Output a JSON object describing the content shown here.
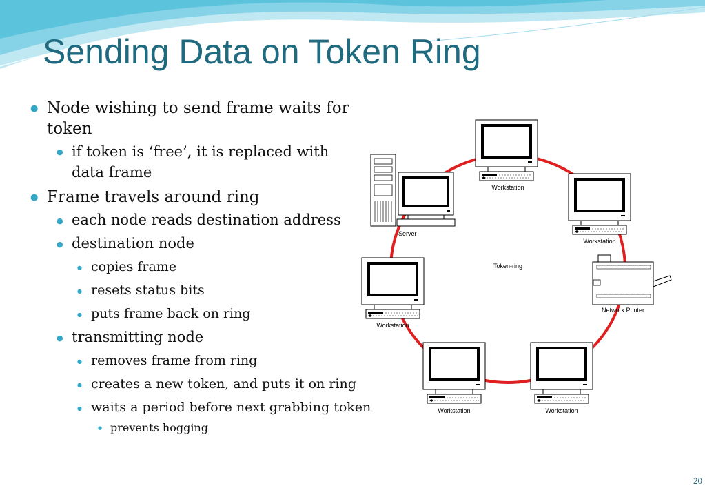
{
  "slide": {
    "title": "Sending Data on Token Ring",
    "page_number": "20"
  },
  "bullets": [
    {
      "level": 1,
      "text": "Node wishing to send frame waits for token"
    },
    {
      "level": 2,
      "text": "if token is ‘free’, it is replaced with data frame"
    },
    {
      "level": 1,
      "text": "Frame travels around ring"
    },
    {
      "level": 2,
      "text": "each node reads destination address"
    },
    {
      "level": 2,
      "text": "destination node"
    },
    {
      "level": 3,
      "text": "copies frame"
    },
    {
      "level": 3,
      "text": "resets status bits"
    },
    {
      "level": 3,
      "text": "puts frame back on ring"
    },
    {
      "level": 2,
      "text": "transmitting node"
    },
    {
      "level": 3,
      "text": "removes frame from ring"
    },
    {
      "level": 3,
      "text": "creates a new token, and puts it on ring"
    },
    {
      "level": 3,
      "text": "waits a period before next grabbing token"
    },
    {
      "level": 4,
      "text": "prevents hogging"
    }
  ],
  "diagram": {
    "ring_label": "Token-ring",
    "ring_color": "#e02020",
    "nodes": {
      "top": "Workstation",
      "upper_right": "Workstation",
      "right": "Network Printer",
      "bottom_right": "Workstation",
      "bottom_left": "Workstation",
      "left": "Workstation",
      "upper_left": "Server"
    }
  },
  "colors": {
    "title": "#1f6a7e",
    "bullet": "#33a8c8",
    "wave": "#5cc3dc"
  }
}
